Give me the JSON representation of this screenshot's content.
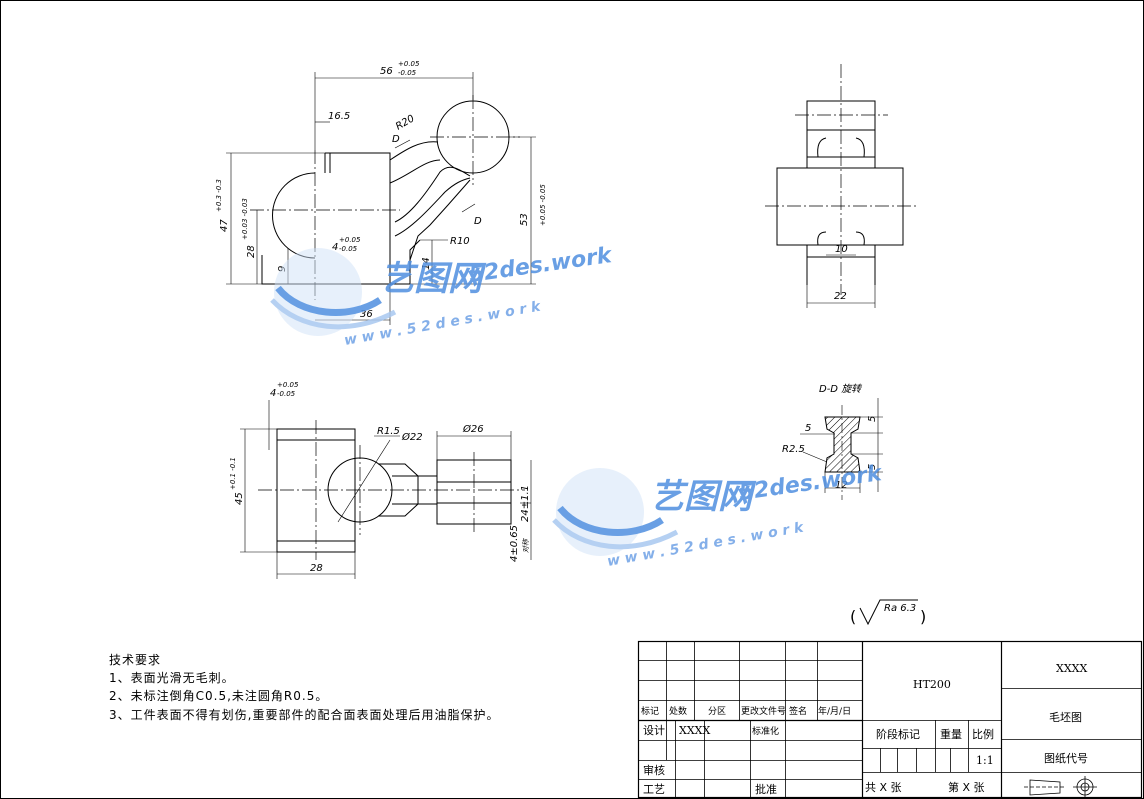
{
  "front_view": {
    "dim_overall_width": "56",
    "dim_overall_width_upper": "+0.05",
    "dim_overall_width_lower": "-0.05",
    "dim_left_offset": "16.5",
    "dim_radius_top": "R20",
    "dim_section_mark_top": "D",
    "dim_section_mark_bottom": "D",
    "dim_height_left": "47",
    "dim_height_left_tol": "+0.3 -0.3",
    "dim_height_mid": "28",
    "dim_height_mid_tol": "+0.03 -0.03",
    "dim_small_9": "9",
    "dim_slot": "4",
    "dim_slot_upper": "+0.05",
    "dim_slot_lower": "-0.05",
    "dim_radius_10": "R10",
    "dim_14": "14",
    "dim_right_height": "53",
    "dim_right_height_tol": "+0.05 -0.05",
    "dim_36": "36"
  },
  "side_view": {
    "dim_10": "10",
    "dim_22": "22"
  },
  "top_view": {
    "dim_slot": "4",
    "dim_slot_upper": "+0.05",
    "dim_slot_lower": "-0.05",
    "dim_radius_15": "R1.5",
    "dim_dia_22": "Ø22",
    "dim_dia_26": "Ø26",
    "dim_height": "45",
    "dim_height_tol": "+0.1 -0.1",
    "dim_28": "28",
    "dim_24": "24±1.1",
    "dim_4_sym": "4±0.65",
    "dim_sym_label": "对称"
  },
  "section_view": {
    "title": "D-D 旋转",
    "dim_5_top": "5",
    "dim_5_left": "5",
    "dim_5_bottom": "5",
    "dim_r25": "R2.5",
    "dim_12": "12"
  },
  "surface_finish": {
    "label": "Ra 6.3"
  },
  "watermark": {
    "brand": "艺图网",
    "url": "w w w . 5 2 d e s . w o r k",
    "url_alt": "52des.work",
    "color_primary": "#4f8fe0",
    "color_light": "#a9c8f0"
  },
  "tech_requirements": {
    "heading": "技术要求",
    "items": [
      "1、表面光滑无毛刺。",
      "2、未标注倒角C0.5,未注圆角R0.5。",
      "3、工件表面不得有划伤,重要部件的配合面表面处理后用油脂保护。"
    ]
  },
  "title_block": {
    "material": "HT200",
    "code_top": "XXXX",
    "part_name": "毛坯图",
    "drawing_no_label": "图纸代号",
    "rev_headers": {
      "mark": "标记",
      "count": "处数",
      "zone": "分区",
      "doc": "更改文件号",
      "sign": "签名",
      "date": "年/月/日"
    },
    "design_label": "设计",
    "designer": "XXXX",
    "standard_label": "标准化",
    "check_label": "审核",
    "process_label": "工艺",
    "approve_label": "批准",
    "stage_label": "阶段标记",
    "weight_label": "重量",
    "scale_label": "比例",
    "scale_value": "1:1",
    "total_sheets": "共 X 张",
    "sheet_no": "第 X 张"
  }
}
